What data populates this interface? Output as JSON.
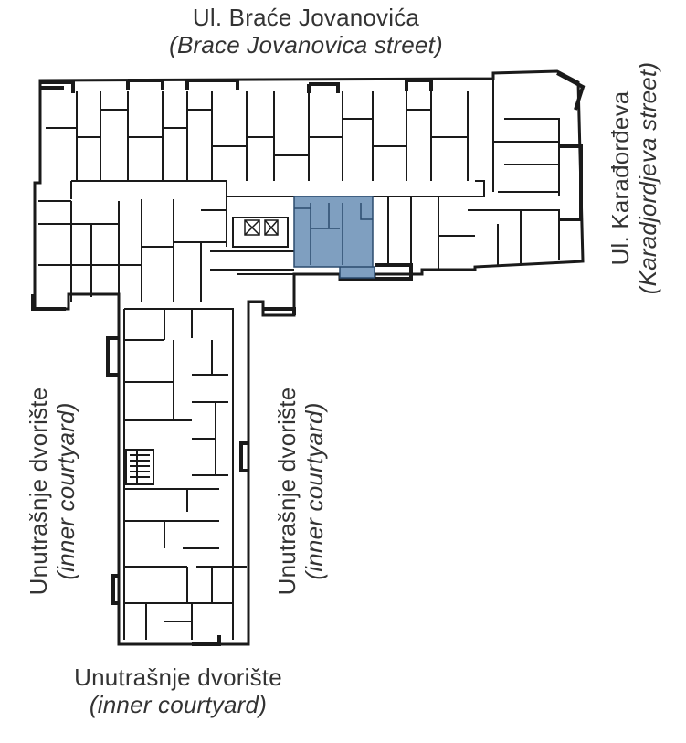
{
  "labels": {
    "top": {
      "main": "Ul. Braće Jovanovića",
      "sub": "(Brace Jovanovica street)"
    },
    "right": {
      "main": "Ul. Karađorđeva",
      "sub": "(Karadjordjeva street)"
    },
    "left": {
      "main": "Unutrašnje dvorište",
      "sub": "(inner courtyard)"
    },
    "middle": {
      "main": "Unutrašnje dvorište",
      "sub": "(inner courtyard)"
    },
    "bottom": {
      "main": "Unutrašnje dvorište",
      "sub": "(inner courtyard)"
    }
  },
  "colors": {
    "wall": "#1a1a1a",
    "highlight": "#7f9fc0",
    "background": "#ffffff",
    "text": "#333333"
  },
  "highlighted_unit": "selected-apartment"
}
